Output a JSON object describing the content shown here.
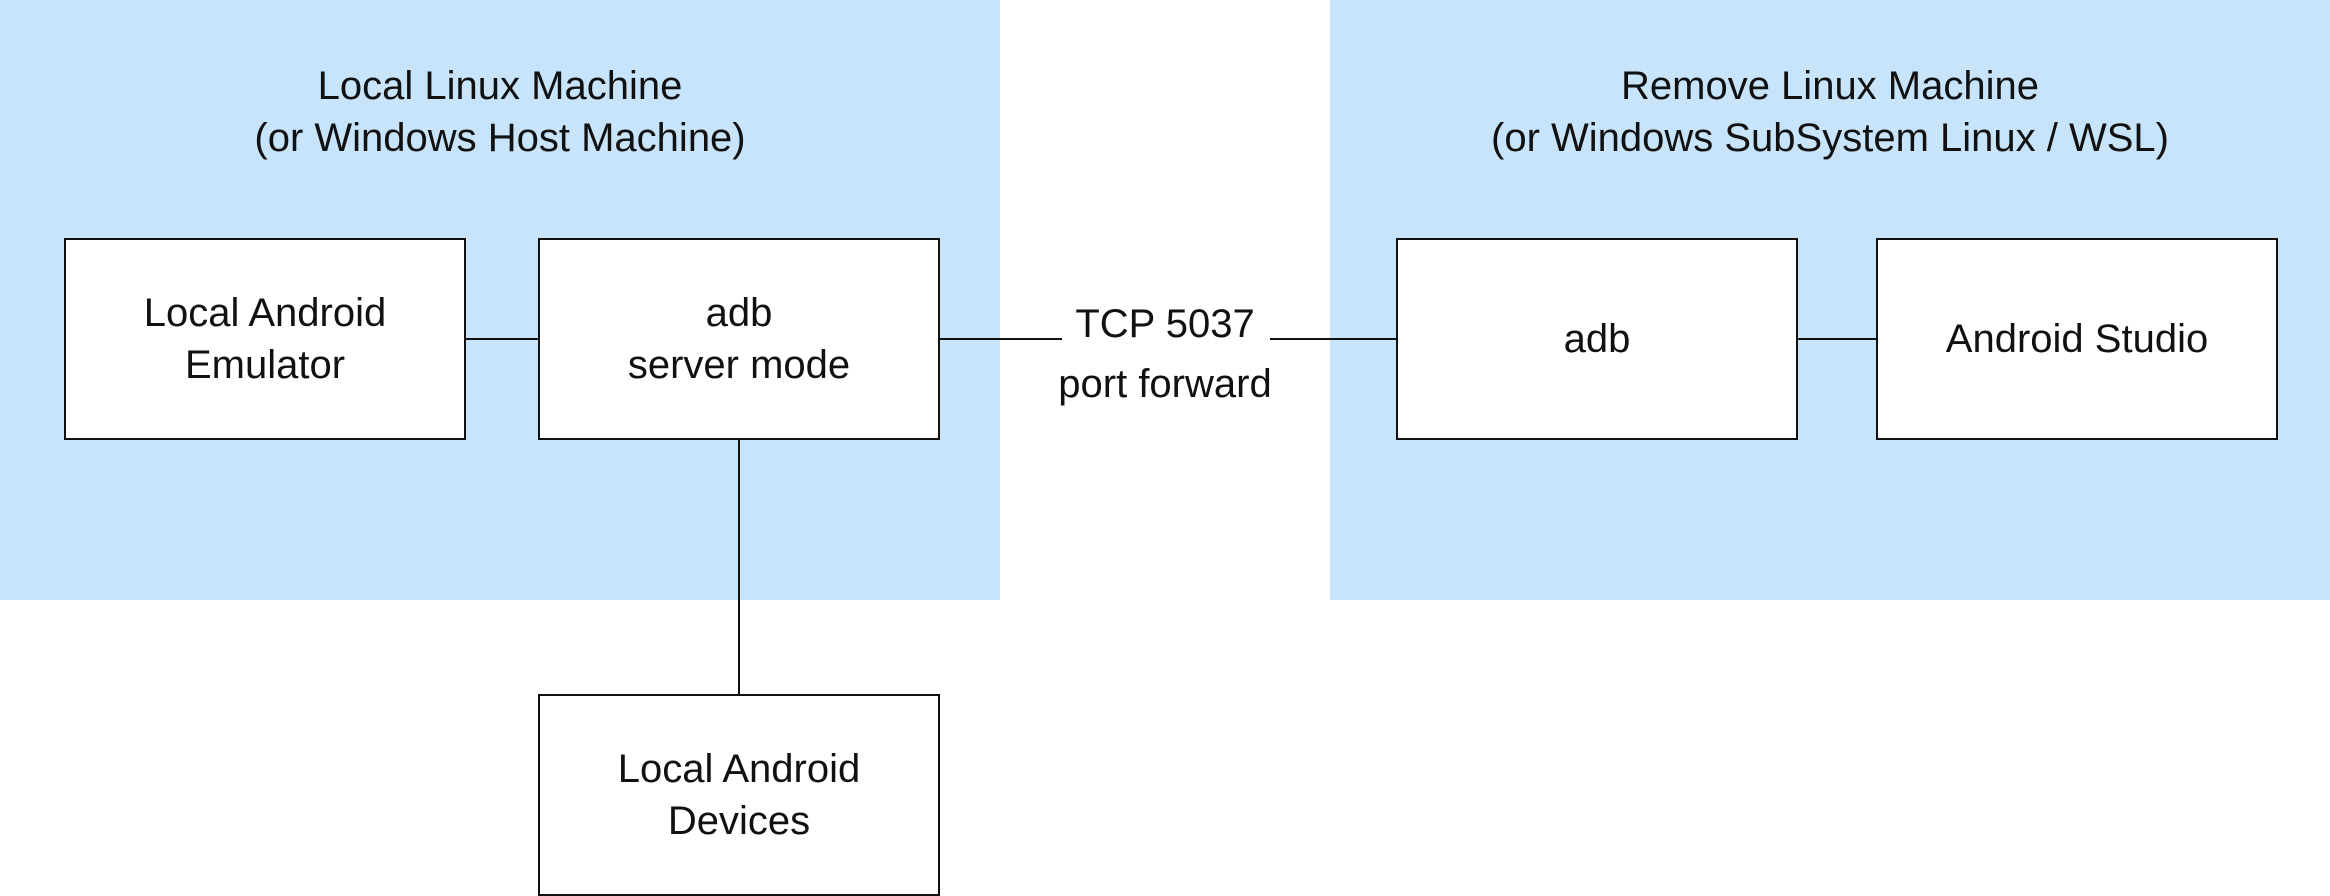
{
  "regions": {
    "local": {
      "title_line1": "Local Linux Machine",
      "title_line2": "(or Windows Host Machine)",
      "color": "#c7e4fb"
    },
    "remote": {
      "title_line1": "Remove Linux Machine",
      "title_line2": "(or Windows SubSystem Linux / WSL)",
      "color": "#c7e4fb"
    }
  },
  "nodes": {
    "emulator": {
      "line1": "Local Android",
      "line2": "Emulator"
    },
    "adb_server": {
      "line1": "adb",
      "line2": "server mode"
    },
    "devices": {
      "line1": "Local Android",
      "line2": "Devices"
    },
    "adb_remote": {
      "line1": "adb"
    },
    "studio": {
      "line1": "Android Studio"
    }
  },
  "connection": {
    "line1": "TCP 5037",
    "line2": "port forward"
  }
}
